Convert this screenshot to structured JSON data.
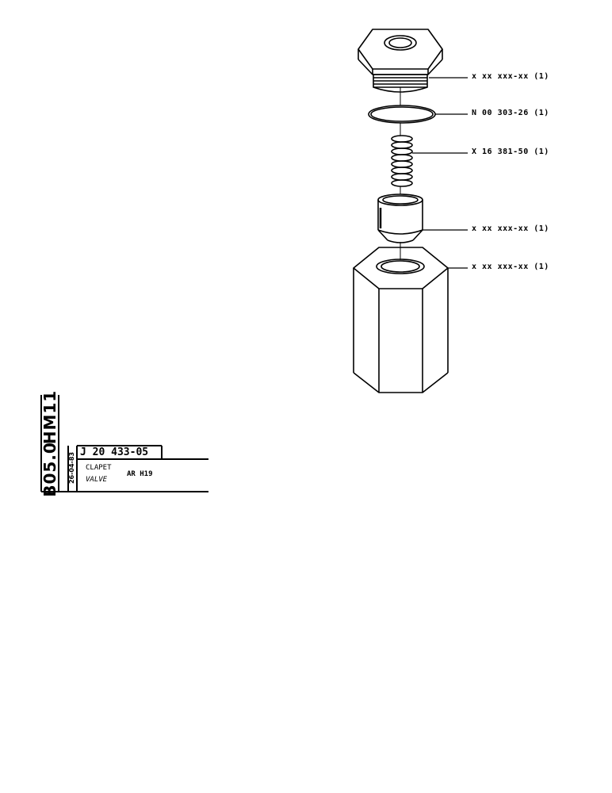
{
  "parts": [
    {
      "ref": "x xx xxx-xx (1)"
    },
    {
      "ref": "N 00 303-26 (1)"
    },
    {
      "ref": "X 16 381-50 (1)"
    },
    {
      "ref": "x xx xxx-xx (1)"
    },
    {
      "ref": "x xx xxx-xx (1)"
    }
  ],
  "title_block": {
    "model": "HM11",
    "sheet": "B05.0",
    "date": "26-04-83",
    "part_number": "J 20 433-05",
    "name_fr": "CLAPET",
    "name_en": "VALVE",
    "spec": "AR H19"
  }
}
